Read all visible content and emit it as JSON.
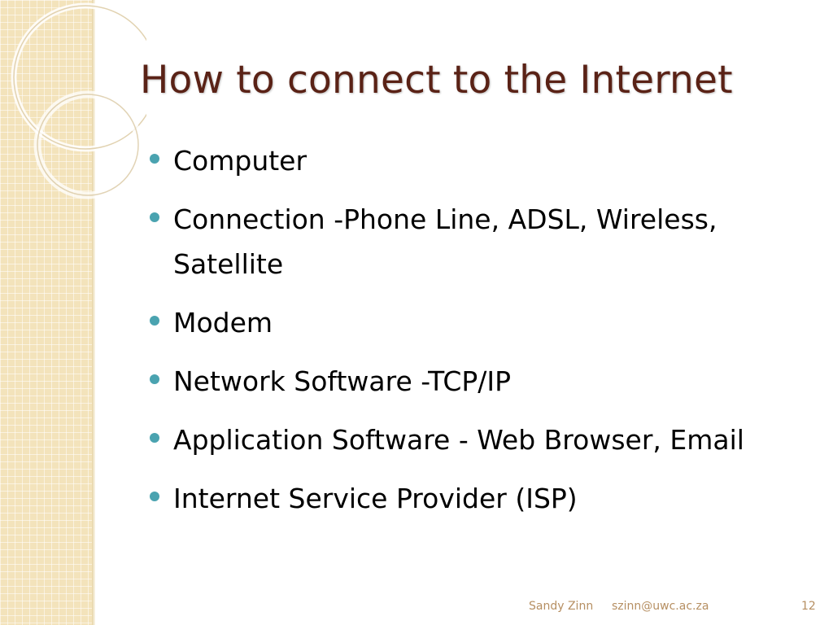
{
  "slide": {
    "title": "How to connect to the Internet",
    "bullets": [
      "Computer",
      "Connection -Phone Line, ADSL, Wireless, Satellite",
      "Modem",
      "Network Software -TCP/IP",
      "Application Software - Web Browser, Email",
      "Internet Service Provider (ISP)"
    ],
    "footer": {
      "author": "Sandy Zinn",
      "email": "szinn@uwc.ac.za",
      "page_number": "12"
    }
  },
  "colors": {
    "title": "#5a2216",
    "bullet": "#4aa3b0",
    "panel": "#f3e3bb",
    "footer": "#b68f62"
  }
}
